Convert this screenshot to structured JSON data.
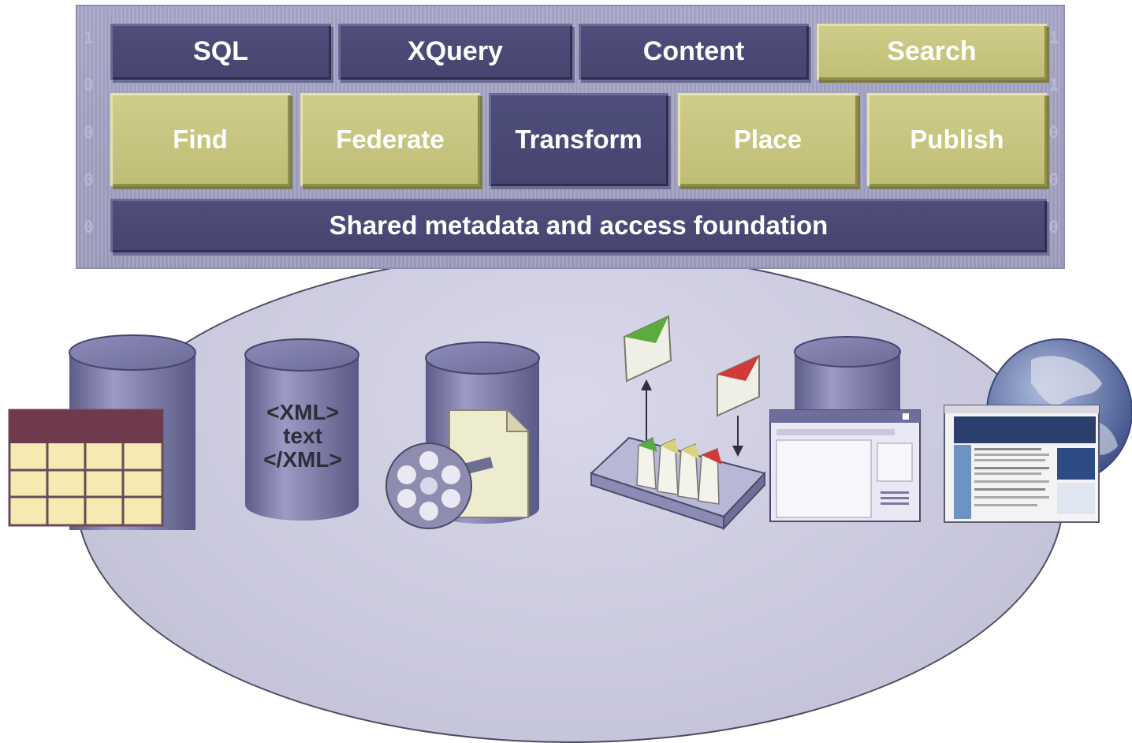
{
  "interfaces": {
    "sql": "SQL",
    "xquery": "XQuery",
    "content": "Content",
    "search": "Search"
  },
  "services": {
    "find": "Find",
    "federate": "Federate",
    "transform": "Transform",
    "place": "Place",
    "publish": "Publish"
  },
  "foundation": "Shared metadata and access foundation",
  "xml_cylinder": {
    "line1": "<XML>",
    "line2": "text",
    "line3": "</XML>"
  },
  "colors": {
    "dark_block": "#4a4975",
    "gold_block": "#c8c683",
    "panel": "#a3a2c2",
    "arc": "#cfcee2",
    "cylinder": "#7a79a6"
  }
}
